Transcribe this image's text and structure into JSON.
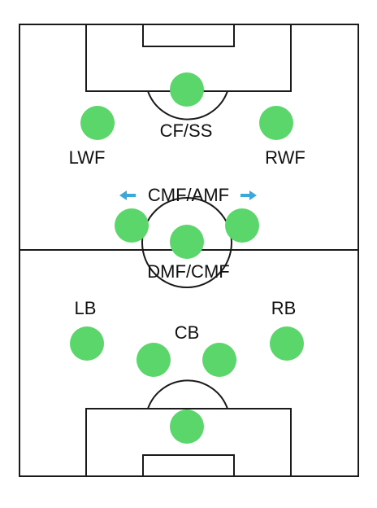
{
  "labels": {
    "cf": "CF/SS",
    "lwf": "LWF",
    "rwf": "RWF",
    "cmf": "CMF/AMF",
    "dmf": "DMF/CMF",
    "lb": "LB",
    "rb": "RB",
    "cb": "CB"
  },
  "colors": {
    "player": "#5ad66b",
    "line": "#1a1a1a",
    "arrow": "#3aa8d8",
    "background": "#ffffff"
  },
  "icons": {
    "left_arrow": "arrow-left-icon",
    "right_arrow": "arrow-right-icon"
  }
}
